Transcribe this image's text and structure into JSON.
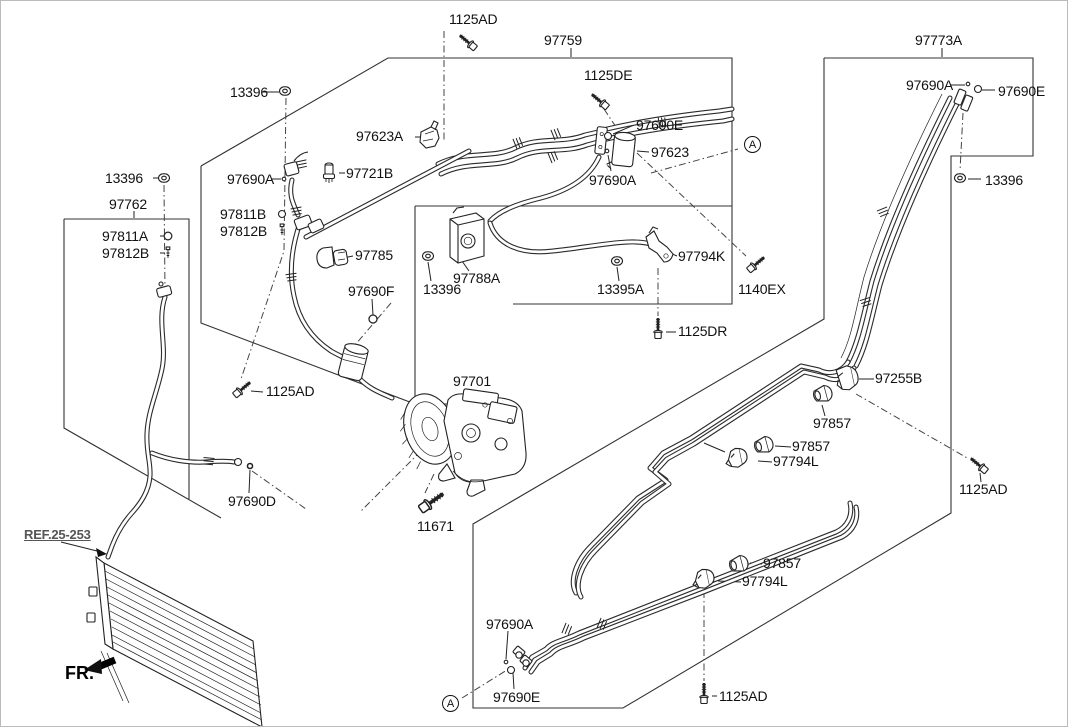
{
  "colors": {
    "line": "#222222",
    "background": "#ffffff",
    "label": "#111111",
    "ref_label": "#555555"
  },
  "labels": [
    {
      "text": "1125AD"
    },
    {
      "text": "97759"
    },
    {
      "text": "1125DE"
    },
    {
      "text": "97773A"
    },
    {
      "text": "97690A"
    },
    {
      "text": "97690E"
    },
    {
      "text": "13396"
    },
    {
      "text": "97623A"
    },
    {
      "text": "97690E"
    },
    {
      "text": "97623"
    },
    {
      "text": "13396"
    },
    {
      "text": "97690A"
    },
    {
      "text": "97721B"
    },
    {
      "text": "97690A"
    },
    {
      "text": "13396"
    },
    {
      "text": "97762"
    },
    {
      "text": "97811B"
    },
    {
      "text": "97812B"
    },
    {
      "text": "97811A"
    },
    {
      "text": "97812B"
    },
    {
      "text": "97785"
    },
    {
      "text": "97794K"
    },
    {
      "text": "97788A"
    },
    {
      "text": "13396"
    },
    {
      "text": "13395A"
    },
    {
      "text": "1140EX"
    },
    {
      "text": "97690F"
    },
    {
      "text": "1125DR"
    },
    {
      "text": "97701"
    },
    {
      "text": "1125AD"
    },
    {
      "text": "97255B"
    },
    {
      "text": "97857"
    },
    {
      "text": "97857"
    },
    {
      "text": "97794L"
    },
    {
      "text": "1125AD"
    },
    {
      "text": "97690D"
    },
    {
      "text": "11671"
    },
    {
      "text": "REF.25-253"
    },
    {
      "text": "97857"
    },
    {
      "text": "97794L"
    },
    {
      "text": "97690A"
    },
    {
      "text": "97690E"
    },
    {
      "text": "1125AD"
    },
    {
      "text": "FR."
    }
  ],
  "markers": [
    {
      "text": "A"
    },
    {
      "text": "A"
    }
  ]
}
